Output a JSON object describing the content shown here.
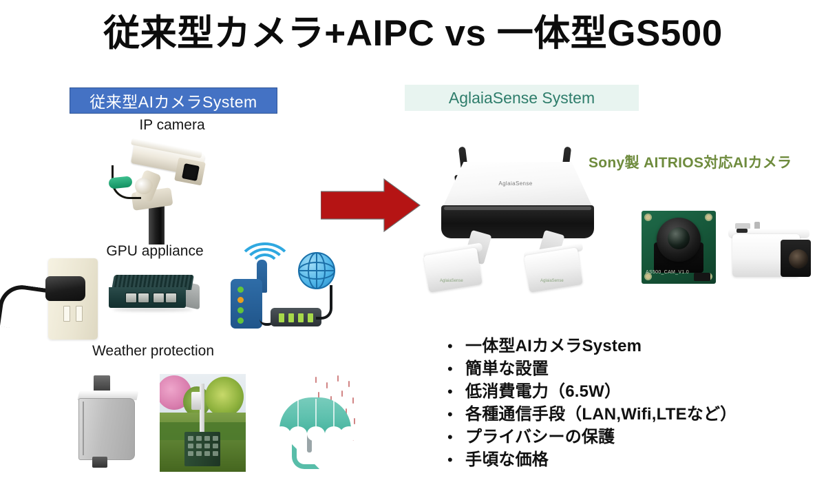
{
  "slide": {
    "title": "従来型カメラ+AIPC  vs  一体型GS500",
    "background_color": "#FFFFFF"
  },
  "left_panel": {
    "heading": "従来型AIカメラSystem",
    "heading_bg_color": "#4472C4",
    "heading_text_color": "#FFFFFF",
    "labels": {
      "ip_camera": "IP camera",
      "gpu_appliance": "GPU appliance",
      "weather_protection": "Weather protection"
    },
    "figures": [
      {
        "name": "ip-camera-photo"
      },
      {
        "name": "power-outlet-photo"
      },
      {
        "name": "gpu-appliance-photo"
      },
      {
        "name": "router-network-illustration"
      },
      {
        "name": "weatherproof-enclosure-photo"
      },
      {
        "name": "outdoor-pole-cabinet-photo"
      },
      {
        "name": "umbrella-rain-illustration"
      }
    ]
  },
  "arrow": {
    "direction": "right",
    "color": "#B51414"
  },
  "right_panel": {
    "heading": "AglaiaSense System",
    "heading_bg_color": "#E8F4F0",
    "heading_text_color": "#2E7D6B",
    "sony_label": "Sony製 AITRIOS対応AIカメラ",
    "sony_label_color": "#6E8B3D",
    "device_logo": "AglaiaSense",
    "camera_module_silkscreen": "AS500_CAM_V1.0",
    "bullets": [
      "一体型AIカメラSystem",
      "簡単な設置",
      "低消費電力（6.5W）",
      "各種通信手段（LAN,Wifi,LTEなど）",
      "プライバシーの保護",
      "手頃な価格"
    ],
    "bullet_marker": "•"
  }
}
